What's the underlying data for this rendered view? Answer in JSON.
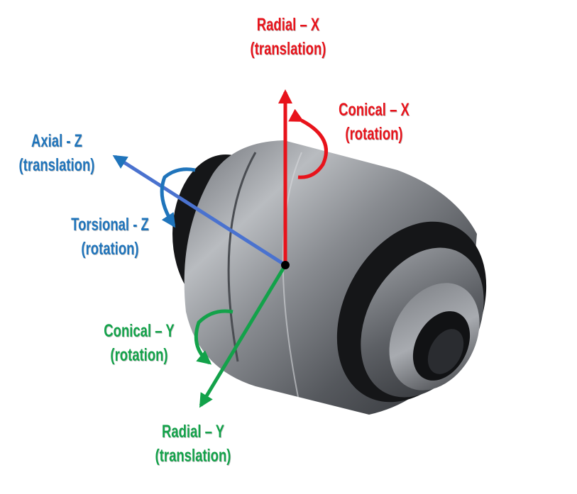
{
  "colors": {
    "red": "#e8131b",
    "blue": "#1f74bb",
    "green": "#13a24a",
    "axial_arrow": "#4a72cf",
    "metal_dark": "#3a3d42",
    "metal_light": "#b9bcc0",
    "rubber": "#151618"
  },
  "image": {
    "subject": "bushing-photo"
  },
  "labels": {
    "radial_x": {
      "title": "Radial – X",
      "sub": "(translation)"
    },
    "conical_x": {
      "title": "Conical – X",
      "sub": "(rotation)"
    },
    "axial_z": {
      "title": "Axial - Z",
      "sub": "(translation)"
    },
    "torsional_z": {
      "title": "Torsional - Z",
      "sub": "(rotation)"
    },
    "conical_y": {
      "title": "Conical – Y",
      "sub": "(rotation)"
    },
    "radial_y": {
      "title": "Radial – Y",
      "sub": "(translation)"
    }
  }
}
